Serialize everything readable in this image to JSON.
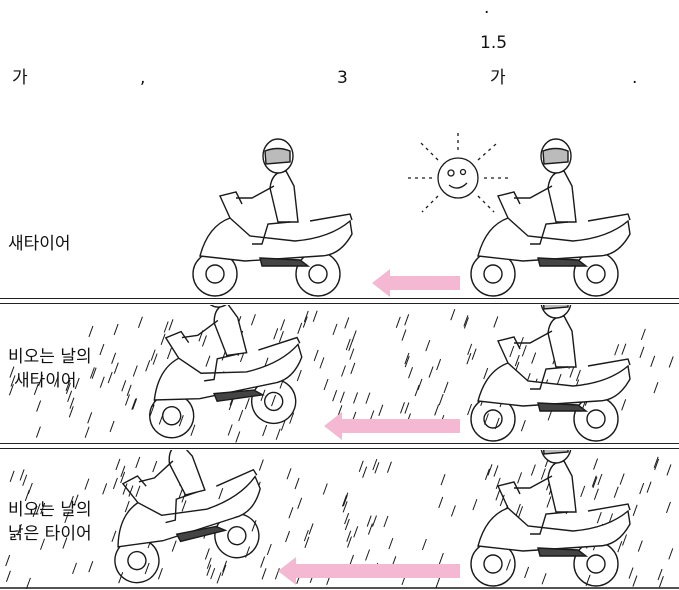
{
  "caption": {
    "dot": ".",
    "number": "1.5",
    "ga_left": "가",
    "comma": ",",
    "three": "3",
    "ga_right": "가",
    "period": "."
  },
  "panels": [
    {
      "label_lines": [
        "새타이어"
      ],
      "rain": false,
      "sun": true
    },
    {
      "label_lines": [
        "비오는 날의",
        "새타이어"
      ],
      "rain": true,
      "sun": false
    },
    {
      "label_lines": [
        "비오는 날의",
        "낡은 타이어"
      ],
      "rain": true,
      "sun": false
    }
  ],
  "colors": {
    "arrow": "#f4b8d2",
    "line": "#1a1a1a"
  },
  "icons": {
    "sun": "smiling-sun-icon",
    "scooter": "scooter-rider-icon",
    "arrow": "left-arrow-icon"
  }
}
